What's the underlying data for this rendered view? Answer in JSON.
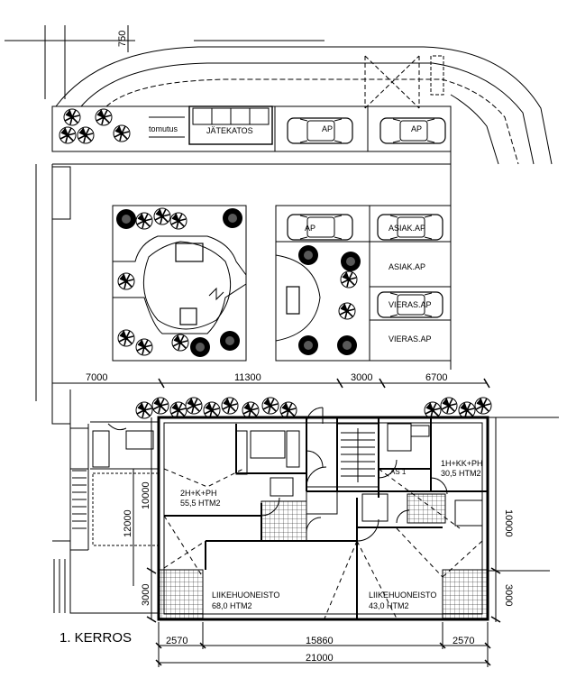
{
  "drawing": {
    "title": "1. KERROS"
  },
  "site_labels": {
    "tomutus": "tomutus",
    "jatekatos": "JÄTEKATOS",
    "ap_1": "AP",
    "ap_2": "AP",
    "ap_3": "AP",
    "asiak_ap_1": "ASIAK.AP",
    "asiak_ap_2": "ASIAK.AP",
    "vieras_ap_1": "VIERAS.AP",
    "vieras_ap_2": "VIERAS.AP"
  },
  "dimensions": {
    "top_750": "750",
    "seg_7000": "7000",
    "seg_11300": "11300",
    "seg_3000": "3000",
    "seg_6700": "6700",
    "left_12000": "12000",
    "left_10000": "10000",
    "left_3000": "3000",
    "right_10000": "10000",
    "right_3000": "3000",
    "bottom_2570_l": "2570",
    "bottom_15860": "15860",
    "bottom_2570_r": "2570",
    "bottom_21000": "21000"
  },
  "rooms": {
    "apt_a_type": "2H+K+PH",
    "apt_a_area": "55,5 HTM2",
    "apt_b_type": "1H+KK+PH",
    "apt_b_area": "30,5 HTM2",
    "shop_a_name": "LIIKEHUONEISTO",
    "shop_a_area": "68,0 HTM2",
    "shop_b_name": "LIIKEHUONEISTO",
    "shop_b_area": "43,0 HTM2",
    "as_label": "AS 1"
  }
}
